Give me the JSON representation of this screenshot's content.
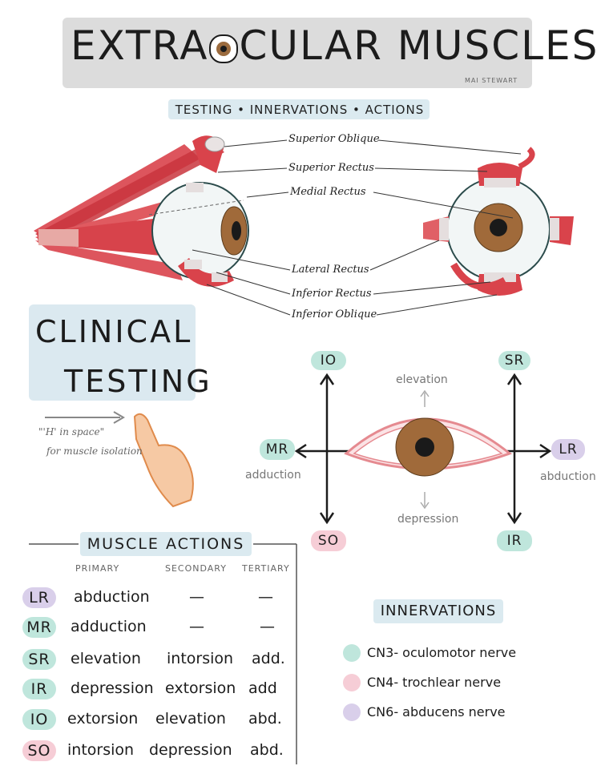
{
  "header": {
    "title_part1": "EXTRA",
    "title_part2": "CULAR MUSCLES",
    "author": "MAI STEWART",
    "subtitle": "TESTING • INNERVATIONS • ACTIONS"
  },
  "anatomy_labels": [
    "Superior Oblique",
    "Superior Rectus",
    "Medial Rectus",
    "Lateral Rectus",
    "Inferior Rectus",
    "Inferior Oblique"
  ],
  "clinical": {
    "title_line1": "CLINICAL",
    "title_line2": "TESTING",
    "note_line1": "\"'H' in space\"",
    "note_line2": "for muscle isolation"
  },
  "gaze": {
    "IO": "IO",
    "SR": "SR",
    "MR": "MR",
    "LR": "LR",
    "SO": "SO",
    "IR": "IR",
    "elevation": "elevation",
    "depression": "depression",
    "adduction": "adduction",
    "abduction": "abduction"
  },
  "muscle_actions": {
    "title": "MUSCLE ACTIONS",
    "columns": [
      "PRIMARY",
      "SECONDARY",
      "TERTIARY"
    ],
    "rows": [
      {
        "abbr": "LR",
        "primary": "abduction",
        "secondary": "—",
        "tertiary": "—"
      },
      {
        "abbr": "MR",
        "primary": "adduction",
        "secondary": "—",
        "tertiary": "—"
      },
      {
        "abbr": "SR",
        "primary": "elevation",
        "secondary": "intorsion",
        "tertiary": "add."
      },
      {
        "abbr": "IR",
        "primary": "depression",
        "secondary": "extorsion",
        "tertiary": "add"
      },
      {
        "abbr": "IO",
        "primary": "extorsion",
        "secondary": "elevation",
        "tertiary": "abd."
      },
      {
        "abbr": "SO",
        "primary": "intorsion",
        "secondary": "depression",
        "tertiary": "abd."
      }
    ]
  },
  "innervations": {
    "title": "INNERVATIONS",
    "items": [
      {
        "label": "CN3- oculomotor nerve"
      },
      {
        "label": "CN4- trochlear nerve"
      },
      {
        "label": "CN6- abducens nerve"
      }
    ]
  },
  "colors": {
    "cn3": "#bfe6dc",
    "cn4": "#f6cdd6",
    "cn6": "#d9cfea",
    "muscle": "#d9434b",
    "iris": "#9b6b3e",
    "highlight": "#dbeaf0"
  }
}
